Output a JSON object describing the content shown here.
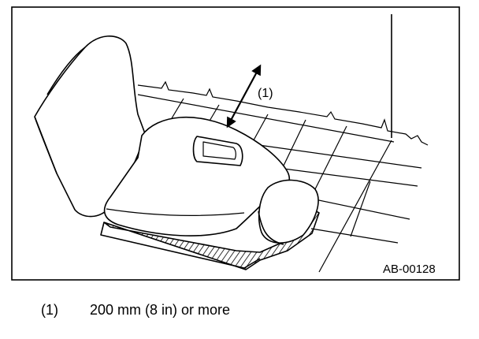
{
  "figure": {
    "id": "AB-00128",
    "callout": "(1)"
  },
  "legend": [
    {
      "num": "(1)",
      "text": "200 mm (8 in) or more"
    }
  ]
}
